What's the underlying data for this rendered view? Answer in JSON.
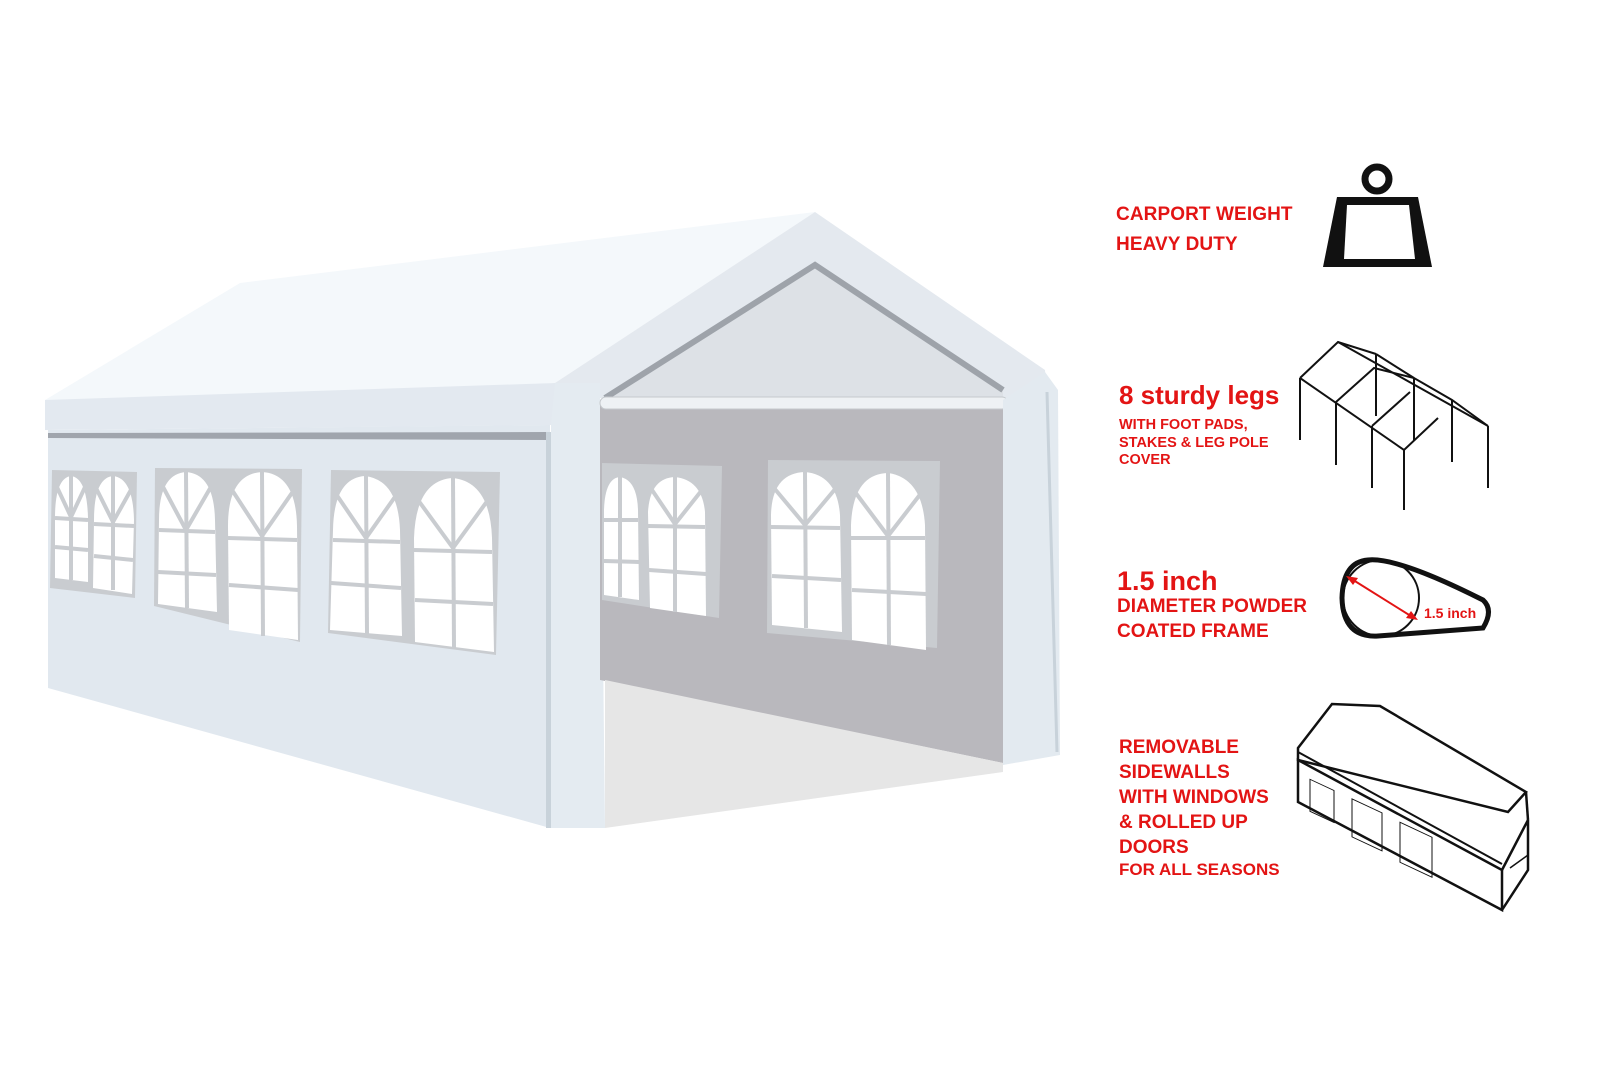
{
  "product": {
    "name": "Carport tent with removable sidewalls",
    "colors": {
      "accent_text": "#e31414",
      "canvas": "#e2e8ef",
      "roof": "#f3f7fb",
      "interior_wall": "#b8b8bd",
      "floor": "#e6e6e6",
      "window_frame": "#c9ccd0",
      "icon_stroke": "#111111"
    }
  },
  "features": [
    {
      "id": "weight",
      "lines": [
        "CARPORT WEIGHT",
        "HEAVY DUTY"
      ],
      "icon": "weight-icon"
    },
    {
      "id": "legs",
      "headline": "8 sturdy legs",
      "lines": [
        "WITH FOOT PADS,",
        "STAKES & LEG POLE",
        "COVER"
      ],
      "icon": "frame-icon"
    },
    {
      "id": "pipe",
      "headline": "1.5 inch",
      "lines": [
        "DIAMETER POWDER",
        "COATED FRAME"
      ],
      "icon": "pipe-diameter-icon",
      "icon_label": "1.5 inch"
    },
    {
      "id": "sidewalls",
      "lines": [
        "REMOVABLE",
        "SIDEWALLS",
        "WITH WINDOWS",
        "& ROLLED UP",
        "DOORS"
      ],
      "subline": "FOR ALL SEASONS",
      "icon": "tent-outline-icon"
    }
  ]
}
